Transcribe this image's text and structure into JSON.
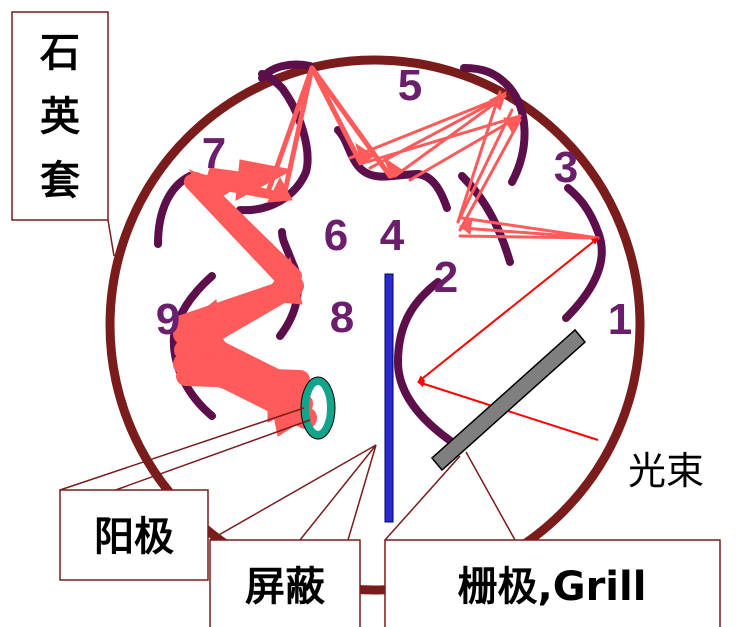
{
  "labels": {
    "quartz": [
      "石",
      "英",
      "套"
    ],
    "anode": "阳极",
    "shield": "屏蔽",
    "grid": "栅极,Grill",
    "beam": "光束"
  },
  "dynodes": [
    "1",
    "2",
    "3",
    "4",
    "5",
    "6",
    "7",
    "8",
    "9"
  ],
  "colors": {
    "envelope": "#7a1c1c",
    "dynode": "#5c0f4a",
    "number": "#6b1e6b",
    "arrow": "#ff5b5b",
    "beam": "#ff0000",
    "shield": "#2b2bcc",
    "anode": "#13a58c",
    "grid": "#7f7f7f",
    "leader": "#7a1c1c"
  }
}
